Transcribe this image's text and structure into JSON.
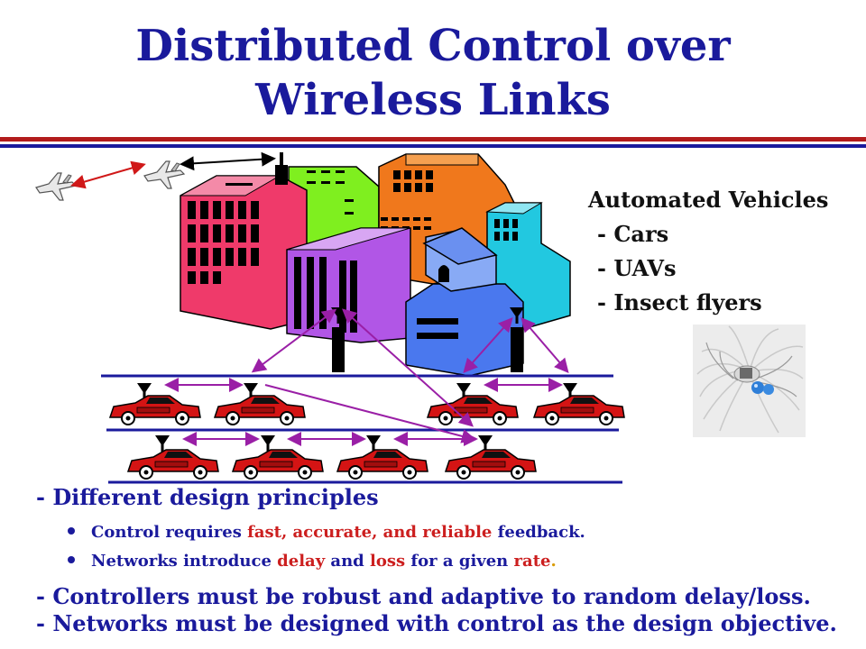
{
  "slide": {
    "title_line1": "Distributed Control over",
    "title_line2": "Wireless Links"
  },
  "vehicles": {
    "heading": "Automated Vehicles",
    "items": [
      "- Cars",
      "- UAVs",
      "- Insect flyers"
    ]
  },
  "principles": {
    "heading": "- Different design principles",
    "bullet1": {
      "prefix": "Control requires ",
      "highlight": "fast, accurate, and reliable",
      "suffix": " feedback."
    },
    "bullet2": {
      "prefix": "Networks introduce ",
      "highlight1": "delay",
      "middle1": " and ",
      "highlight2": "loss",
      "middle2": " for a given ",
      "highlight3": "rate",
      "end": "."
    }
  },
  "conclusions": {
    "line1": "- Controllers must be robust and adaptive to random delay/loss.",
    "line2": "- Networks must be designed with control as the design objective."
  },
  "colors": {
    "title": "#1a1a9c",
    "accent_red": "#cc1f1f",
    "rule_red": "#b21b1b"
  }
}
